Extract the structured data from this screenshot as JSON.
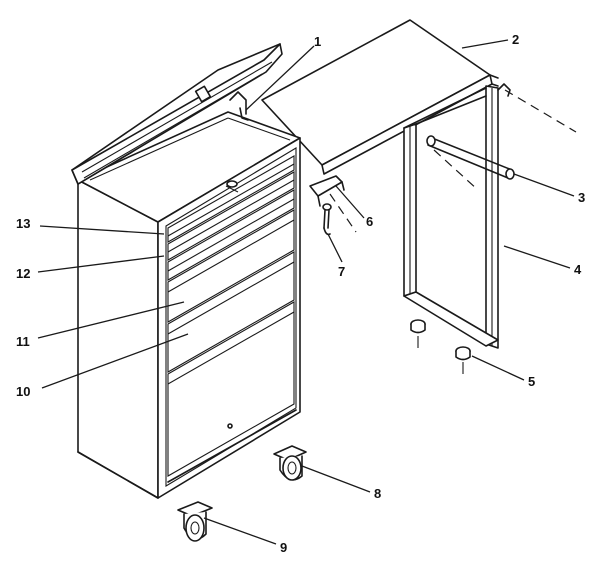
{
  "callouts": [
    {
      "id": "c1",
      "label": "1",
      "part": "lid-stay"
    },
    {
      "id": "c2",
      "label": "2",
      "part": "side-shelf-top"
    },
    {
      "id": "c3",
      "label": "3",
      "part": "support-rod"
    },
    {
      "id": "c4",
      "label": "4",
      "part": "side-leg-frame"
    },
    {
      "id": "c5",
      "label": "5",
      "part": "leg-foot"
    },
    {
      "id": "c6",
      "label": "6",
      "part": "shelf-bracket"
    },
    {
      "id": "c7",
      "label": "7",
      "part": "hinge-pin"
    },
    {
      "id": "c8",
      "label": "8",
      "part": "swivel-caster"
    },
    {
      "id": "c9",
      "label": "9",
      "part": "rigid-caster"
    },
    {
      "id": "c10",
      "label": "10",
      "part": "bottom-door"
    },
    {
      "id": "c11",
      "label": "11",
      "part": "drawer-large"
    },
    {
      "id": "c12",
      "label": "12",
      "part": "drawer-medium"
    },
    {
      "id": "c13",
      "label": "13",
      "part": "drawer-small"
    }
  ]
}
